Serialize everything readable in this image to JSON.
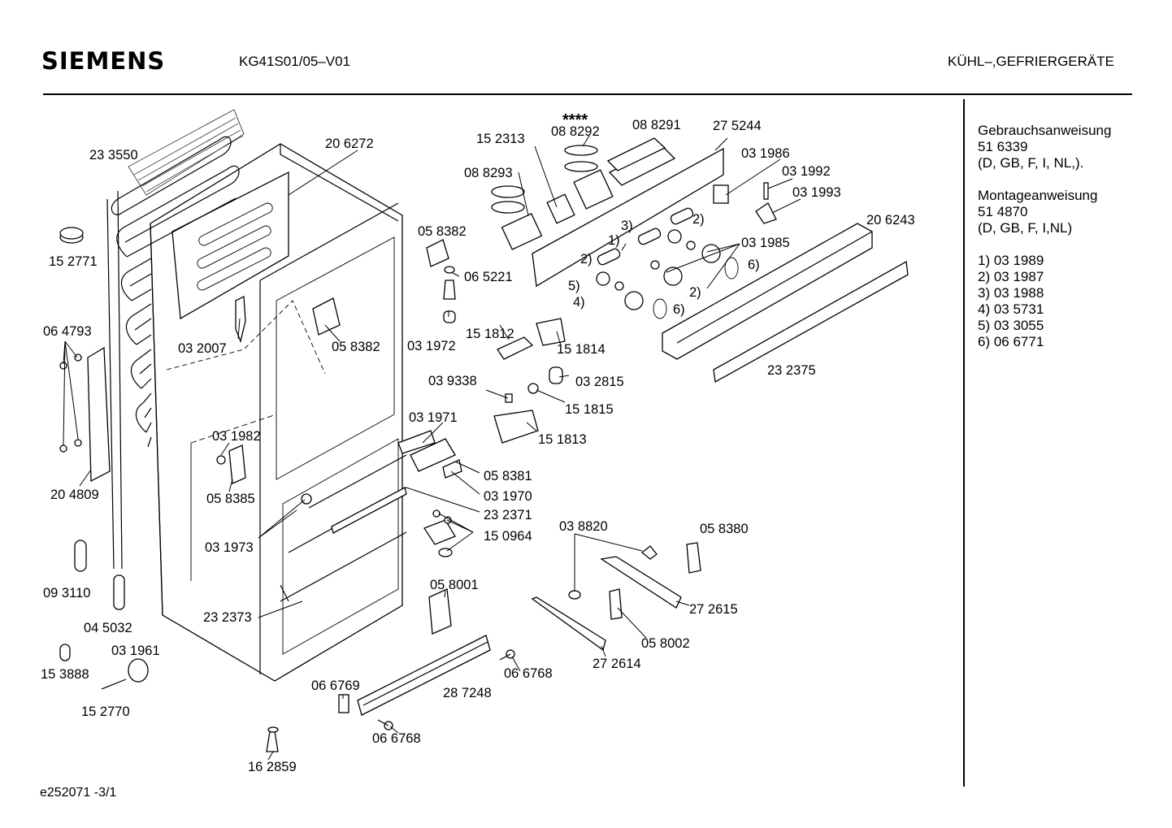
{
  "header": {
    "brand": "SIEMENS",
    "model": "KG41S01/05–V01",
    "category": "KÜHL–,GEFRIERGERÄTE"
  },
  "sidebar": {
    "manual_title": "Gebrauchsanweisung",
    "manual_number": "51 6339",
    "manual_langs": "(D, GB, F, I, NL,).",
    "mount_title": "Montageanweisung",
    "mount_number": "51 4870",
    "mount_langs": "(D, GB, F, I,NL)",
    "footnotes": [
      "1) 03 1989",
      "2) 03 1987",
      "3) 03 1988",
      "4) 03 5731",
      "5) 03 3055",
      "6) 06 6771"
    ]
  },
  "footer": {
    "doc_code": "e252071   -3/1"
  },
  "diagram": {
    "stars": "****",
    "labels": [
      "23 3550",
      "20 6272",
      "15 2771",
      "06 4793",
      "20 4809",
      "03 2007",
      "05 8382",
      "05 8382",
      "03 1982",
      "05 8385",
      "03 1973",
      "23 2373",
      "09 3110",
      "04 5032",
      "03 1961",
      "15 3888",
      "15 2770",
      "16 2859",
      "15 2313",
      "08 8292",
      "08 8291",
      "27 5244",
      "08 8293",
      "03 1986",
      "03 1992",
      "03 1993",
      "20 6243",
      "06 5221",
      "03 1972",
      "15 1812",
      "15 1814",
      "03 1985",
      "23 2375",
      "03 9338",
      "03 2815",
      "15 1815",
      "15 1813",
      "03 1971",
      "05 8381",
      "03 1970",
      "23 2371",
      "15 0964",
      "03 8820",
      "05 8380",
      "05 8001",
      "27 2615",
      "05 8002",
      "27 2614",
      "06 6768",
      "06 6769",
      "28 7248",
      "06 6768",
      "1)",
      "2)",
      "2)",
      "2)",
      "3)",
      "4)",
      "5)",
      "6)",
      "6)"
    ]
  }
}
